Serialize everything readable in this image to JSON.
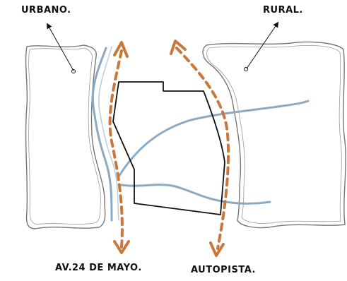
{
  "labels": {
    "urban": "URBANO.",
    "rural": "RURAL.",
    "avenue": "AV.24 DE MAYO.",
    "highway": "AUTOPISTA."
  },
  "colors": {
    "route_arrow": "#c9773a",
    "river": "#8aa9c2",
    "site_outline": "#111111",
    "zone_outline": "#777777"
  }
}
